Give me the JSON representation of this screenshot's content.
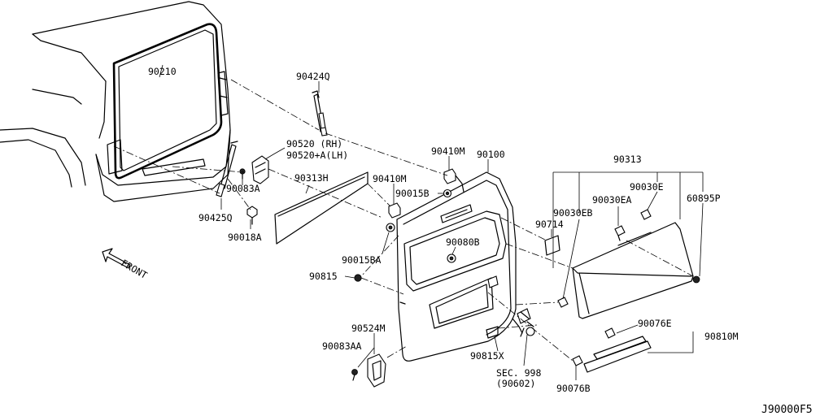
{
  "labels": {
    "p90210": "90210",
    "p90424q": "90424Q",
    "p90520": "90520 (RH)",
    "p90520a": "90520+A(LH)",
    "p90083a": "90083A",
    "p90425q": "90425Q",
    "p90018a": "90018A",
    "p90313h": "90313H",
    "p90410m_top": "90410M",
    "p90100": "90100",
    "p90410m_mid": "90410M",
    "p90015b": "90015B",
    "p90015ba": "90015BA",
    "p90080b": "90080B",
    "p90815": "90815",
    "p90714": "90714",
    "p90313": "90313",
    "p90030e": "90030E",
    "p90030ea": "90030EA",
    "p90030eb": "90030EB",
    "p60895p": "60895P",
    "p90524m": "90524M",
    "p90083aa": "90083AA",
    "p90815x": "90815X",
    "sec998": "SEC. 998",
    "sec998_sub": "(90602)",
    "p90076e": "90076E",
    "p90810m": "90810M",
    "p90076b": "90076B",
    "front": "FRONT"
  },
  "reference_code": "J90000F5"
}
